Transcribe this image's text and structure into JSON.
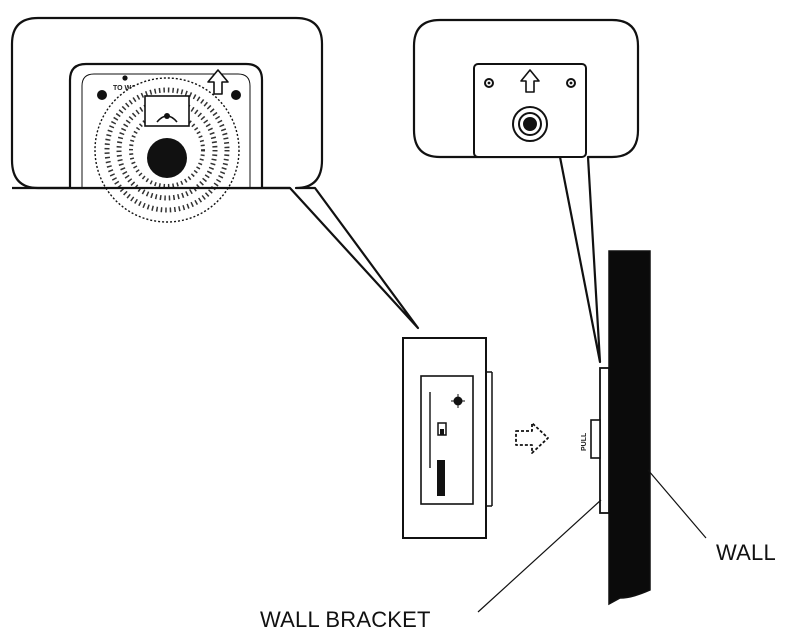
{
  "diagram": {
    "labels": {
      "wall": "WALL",
      "wall_bracket": "WALL BRACKET",
      "bracket_mark": "PULL",
      "left_callout_mark": "TO WALL"
    },
    "colors": {
      "ink": "#111111",
      "paper": "#ffffff",
      "wall_fill": "#0b0b0b"
    },
    "icons": [
      "up-arrow-icon",
      "right-arrow-icon",
      "screw-hole-icon",
      "speaker-grille-icon"
    ]
  }
}
